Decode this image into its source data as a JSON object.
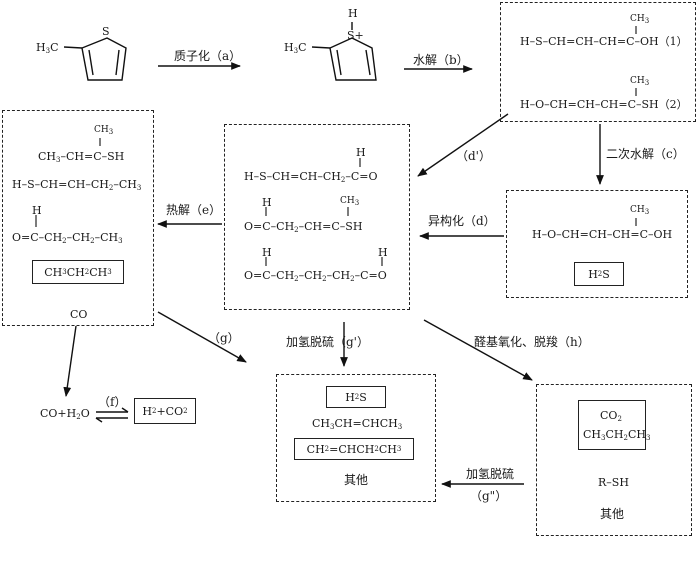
{
  "molecules": {
    "methylthiophene": {
      "ch3": "H3C",
      "s": "S"
    },
    "protonated": {
      "ch3": "H3C",
      "h": "H",
      "s": "S+"
    }
  },
  "steps": {
    "a": "质子化（a）",
    "b": "水解（b）",
    "c": "二次水解（c）",
    "d": "异构化（d）",
    "d_prime": "（d'）",
    "e": "热解（e）",
    "f": "（f）",
    "g": "（g）",
    "g_prime": "加氢脱硫（g'）",
    "h": "醛基氧化、脱羧（h）",
    "g_dprime_top": "加氢脱硫",
    "g_dprime_bottom": "（g\"）"
  },
  "box_hydrolysis": {
    "ch3_top": "CH3",
    "line1": "H–S–CH=CH–CH=C–OH（1）",
    "ch3_bottom": "CH3",
    "line2": "H–O–CH=CH–CH=C–SH（2）"
  },
  "box_secondary": {
    "ch3": "CH3",
    "line": "H–O–CH=CH–CH=C–OH",
    "product": "H2S"
  },
  "box_middle": {
    "h1": "H",
    "line1": "H–S–CH=CH–CH2–C=O",
    "h2": "H",
    "ch3": "CH3",
    "line2": "O=C–CH2–CH=C–SH",
    "h3": "H",
    "h4": "H",
    "line3": "O=C–CH2–CH2–CH2–C=O"
  },
  "box_left": {
    "ch3": "CH3",
    "line1": "CH3–CH=C–SH",
    "line2": "H–S–CH=CH–CH2–CH3",
    "h": "H",
    "line3": "O=C–CH2–CH2–CH3",
    "boxed": "CH3CH2CH3",
    "co": "CO"
  },
  "equilibrium": {
    "left": "CO+H2O",
    "right": "H2+CO2"
  },
  "box_bottom_center": {
    "h2s": "H2S",
    "line1": "CH3CH=CHCH3",
    "boxed": "CH2=CHCH2CH3",
    "other": "其他"
  },
  "box_bottom_right": {
    "co2": "CO2",
    "propane": "CH3CH2CH3",
    "rsh": "R–SH",
    "other": "其他"
  }
}
